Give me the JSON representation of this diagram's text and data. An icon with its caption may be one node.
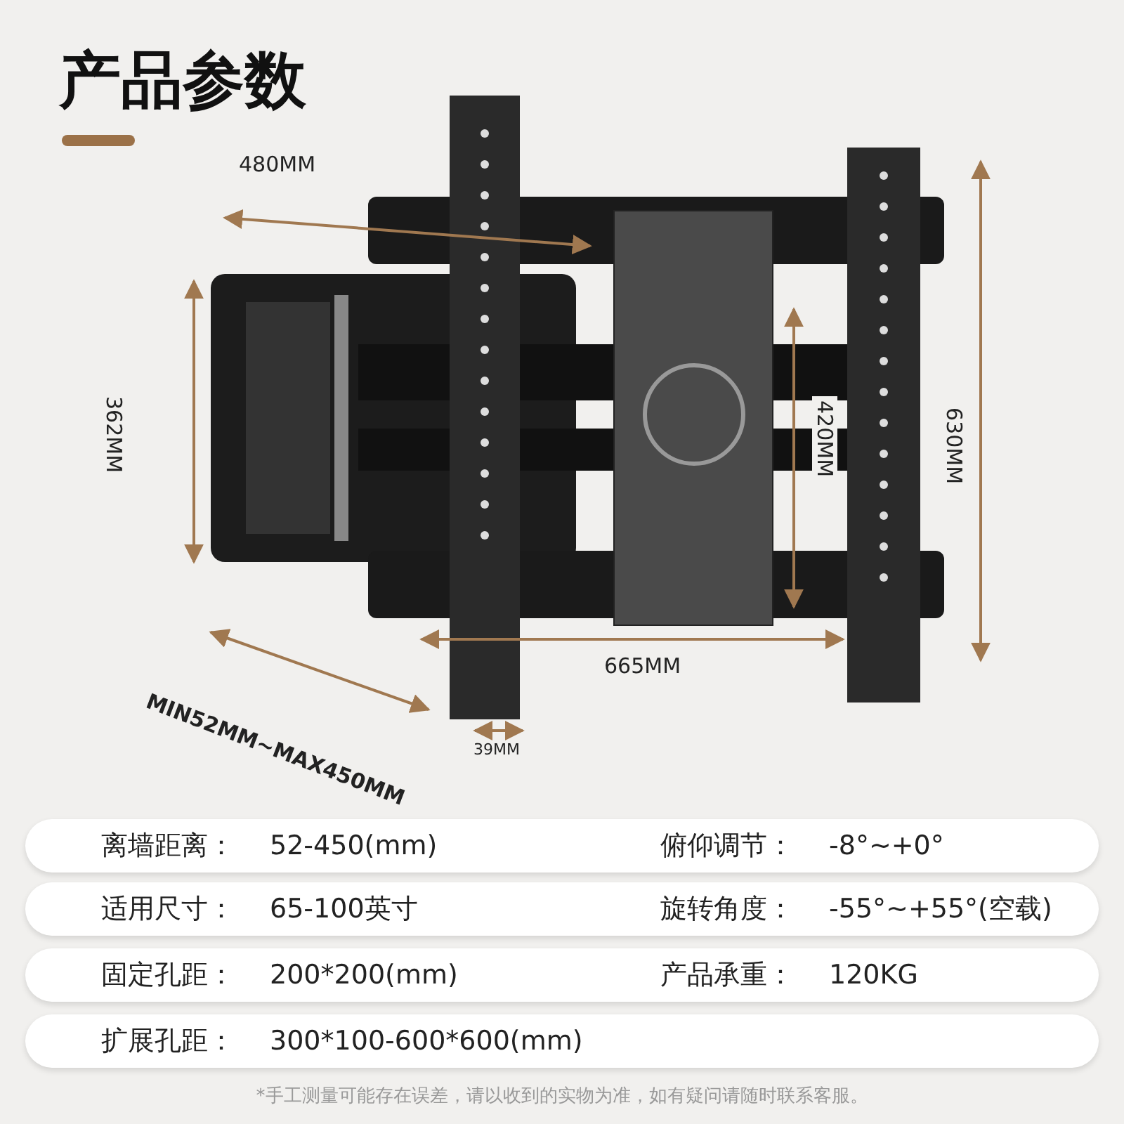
{
  "diagram": {
    "title": "产品参数",
    "labels": [
      "480MM",
      "362MM",
      "420MM",
      "630MM",
      "665MM",
      "MIN52MM~MAX450MM",
      "39MM",
      "离墙距离：",
      "52-450(mm)",
      "俯仰调节：",
      "-8°~+0°",
      "适用尺寸：",
      "65-100英寸",
      "旋转角度：",
      "-55°~+55°(空载)",
      "固定孔距：",
      "200*200(mm)",
      "产品承重：",
      "120KG",
      "扩展孔距：",
      "300*100-600*600(mm)"
    ],
    "caption": "*手工测量可能存在误差，请以收到的实物为准，如有疑问请随时联系客服。"
  }
}
